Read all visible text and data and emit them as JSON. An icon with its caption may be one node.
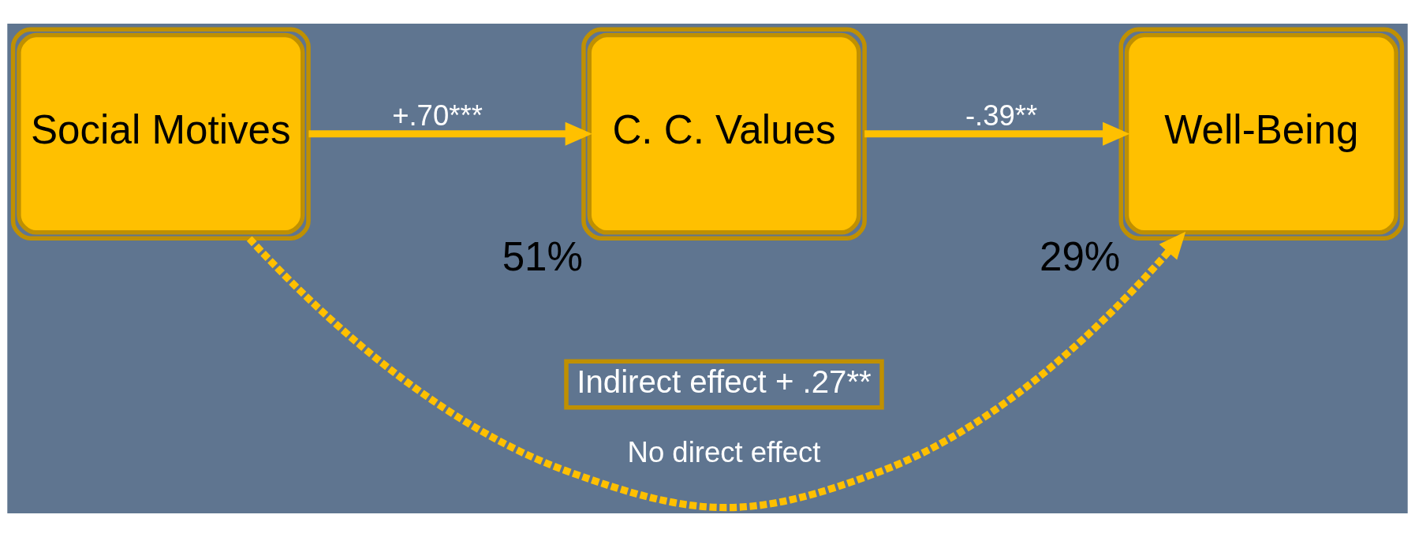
{
  "diagram": {
    "nodes": [
      {
        "text": [
          "Social Motives"
        ]
      },
      {
        "text": [
          "C. C. Values"
        ],
        "beside": [
          "51%"
        ]
      },
      {
        "text": [
          "Well-Being"
        ],
        "beside": [
          "29%"
        ]
      }
    ],
    "edges": [
      {
        "from": 0,
        "to": 1,
        "arrow": "to",
        "label": "+.70***"
      },
      {
        "from": 1,
        "to": 2,
        "arrow": "to",
        "label": "-.39**"
      },
      {
        "from": 0,
        "to": 2,
        "arrow": "to",
        "label": "No direct effect",
        "style": "dashed"
      }
    ],
    "labels": [
      "Indirect effect + .27**"
    ]
  }
}
